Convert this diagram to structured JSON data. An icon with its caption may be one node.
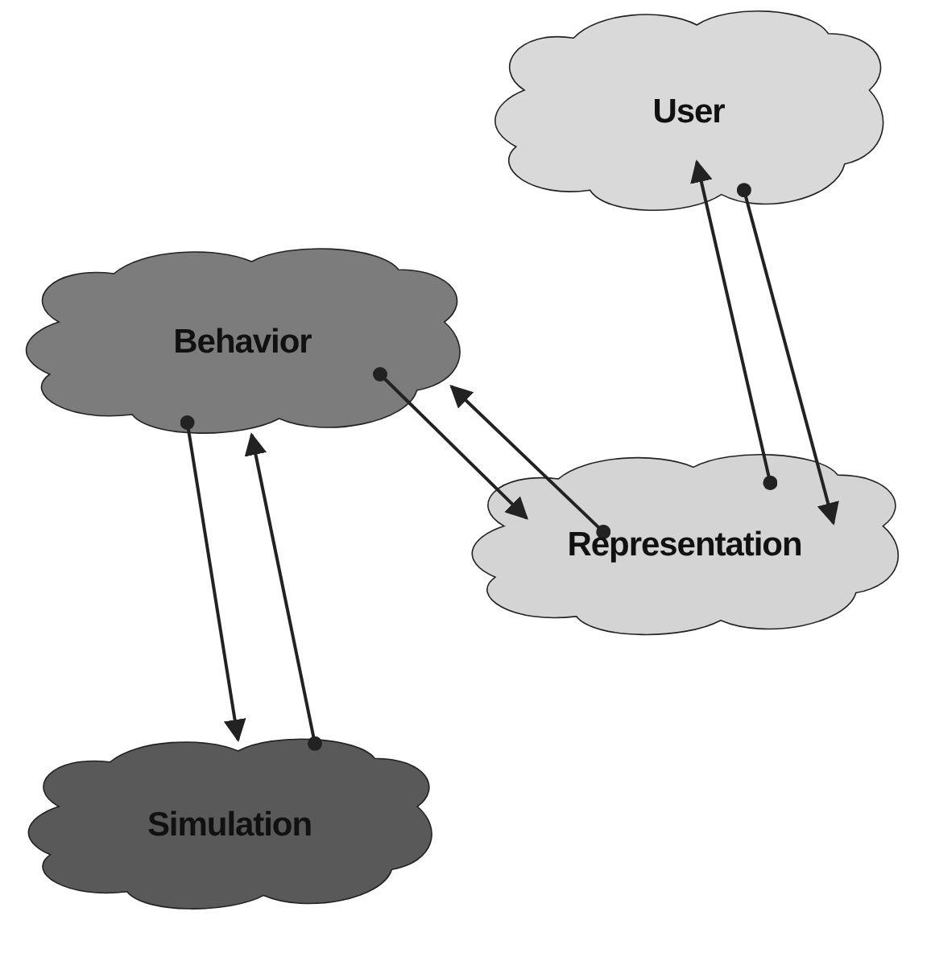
{
  "diagram": {
    "nodes": [
      {
        "text": [
          "User"
        ]
      },
      {
        "text": [
          "Behavior"
        ]
      },
      {
        "text": [
          "Representation"
        ]
      },
      {
        "text": [
          "Simulation"
        ]
      }
    ],
    "edges": [
      {
        "from": 0,
        "to": 2,
        "arrow": "to"
      },
      {
        "from": 2,
        "to": 0,
        "arrow": "to"
      },
      {
        "from": 1,
        "to": 2,
        "arrow": "to"
      },
      {
        "from": 2,
        "to": 1,
        "arrow": "to"
      },
      {
        "from": 1,
        "to": 3,
        "arrow": "to"
      },
      {
        "from": 3,
        "to": 1,
        "arrow": "to"
      }
    ]
  }
}
